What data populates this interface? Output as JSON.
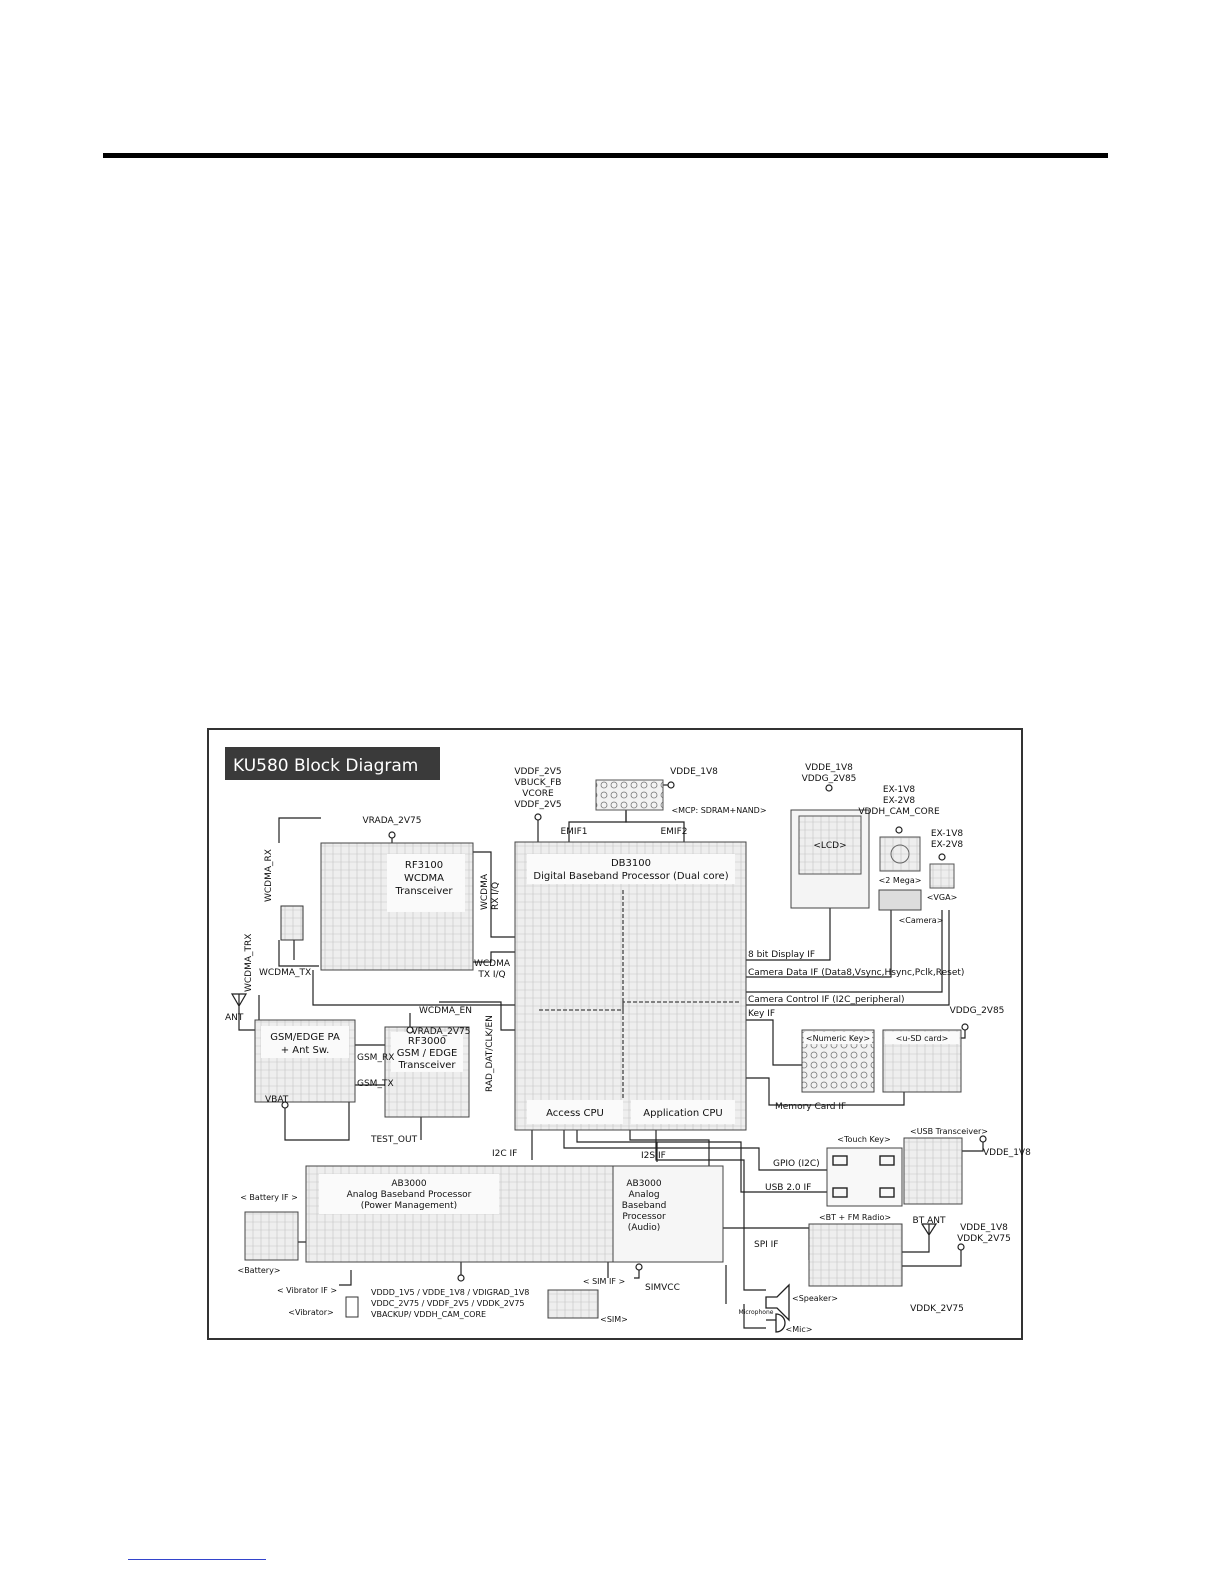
{
  "diagram": {
    "title": "KU580 Block Diagram",
    "colors": {
      "title_bg": "#3a3a3a",
      "title_fg": "#ffffff",
      "block_fill": "#eeeeee",
      "line": "#222222"
    },
    "blocks": {
      "mcp": "<MCP: SDRAM+NAND>",
      "db_title": "DB3100",
      "db_sub": "Digital Baseband Processor (Dual core)",
      "access_cpu": "Access CPU",
      "application_cpu": "Application CPU",
      "rf3100": [
        "RF3100",
        "WCDMA",
        "Transceiver"
      ],
      "rf3000": [
        "RF3000",
        "GSM / EDGE",
        "Transceiver"
      ],
      "gsm_pa": [
        "GSM/EDGE PA",
        "+ Ant Sw."
      ],
      "ab_pm": [
        "AB3000",
        "Analog Baseband Processor",
        "(Power Management)"
      ],
      "ab_audio": [
        "AB3000",
        "Analog",
        "Baseband",
        "Processor",
        "(Audio)"
      ],
      "lcd": "<LCD>",
      "two_mega": "<2 Mega>",
      "vga": "<VGA>",
      "camera": "<Camera>",
      "numeric_key": "<Numeric Key>",
      "usd_card": "<u-SD card>",
      "touch_key": "<Touch Key>",
      "usb_transceiver": "<USB Transceiver>",
      "bt_fm": "<BT + FM Radio>",
      "battery": "<Battery>",
      "battery_if": "< Battery IF >",
      "vibrator": "<Vibrator>",
      "vibrator_if": "< Vibrator IF >",
      "sim": "<SIM>",
      "sim_if": "< SIM IF >",
      "speaker": "<Speaker>",
      "mic": "<Mic>",
      "microphone": "Microphone"
    },
    "signals": {
      "vddf_group": [
        "VDDF_2V5",
        "VBUCK_FB",
        "VCORE",
        "VDDF_2V5"
      ],
      "vdde_1v8": "VDDE_1V8",
      "lcd_power": [
        "VDDE_1V8",
        "VDDG_2V85"
      ],
      "cam2m_power": [
        "EX-1V8",
        "EX-2V8",
        "VDDH_CAM_CORE"
      ],
      "vga_power": [
        "EX-1V8",
        "EX-2V8"
      ],
      "vrada_top": "VRADA_2V75",
      "vrada_mid": "VRADA_2V75",
      "emif1": "EMIF1",
      "emif2": "EMIF2",
      "wcdma_rx": "WCDMA_RX",
      "wcdma_trx": "WCDMA_TRX",
      "wcdma_tx": "WCDMA_TX",
      "wcdma_en": "WCDMA_EN",
      "wcdma_rx_iq": [
        "WCDMA",
        "RX I/Q"
      ],
      "wcdma_tx_iq": [
        "WCDMA",
        "TX I/Q"
      ],
      "rad_dat": "RAD_DAT/CLK/EN",
      "ant": "ANT",
      "vbat": "VBAT",
      "gsm_rx": "GSM_RX",
      "gsm_tx": "GSM_TX",
      "test_out": "TEST_OUT",
      "i2c_if": "I2C IF",
      "i2s_if": "I2S IF",
      "display_if": "8 bit Display IF",
      "camera_data_if": "Camera Data IF (Data8,Vsync,Hsync,Pclk,Reset)",
      "camera_control_if": "Camera Control IF (I2C_peripheral)",
      "key_if": "Key IF",
      "vddg_2v85": "VDDG_2V85",
      "memory_card_if": "Memory Card IF",
      "gpio_i2c": "GPIO (I2C)",
      "usb_if": "USB 2.0 IF",
      "vdde_usb": "VDDE_1V8",
      "spi_if": "SPI IF",
      "bt_ant": "BT ANT",
      "bt_power": [
        "VDDE_1V8",
        "VDDK_2V75"
      ],
      "vddk_2v75": "VDDK_2V75",
      "sim_vcc": "SIMVCC",
      "ab_power": [
        "VDDD_1V5 / VDDE_1V8 / VDIGRAD_1V8",
        "VDDC_2V75 / VDDF_2V5 / VDDK_2V75",
        "VBACKUP/ VDDH_CAM_CORE"
      ]
    }
  }
}
